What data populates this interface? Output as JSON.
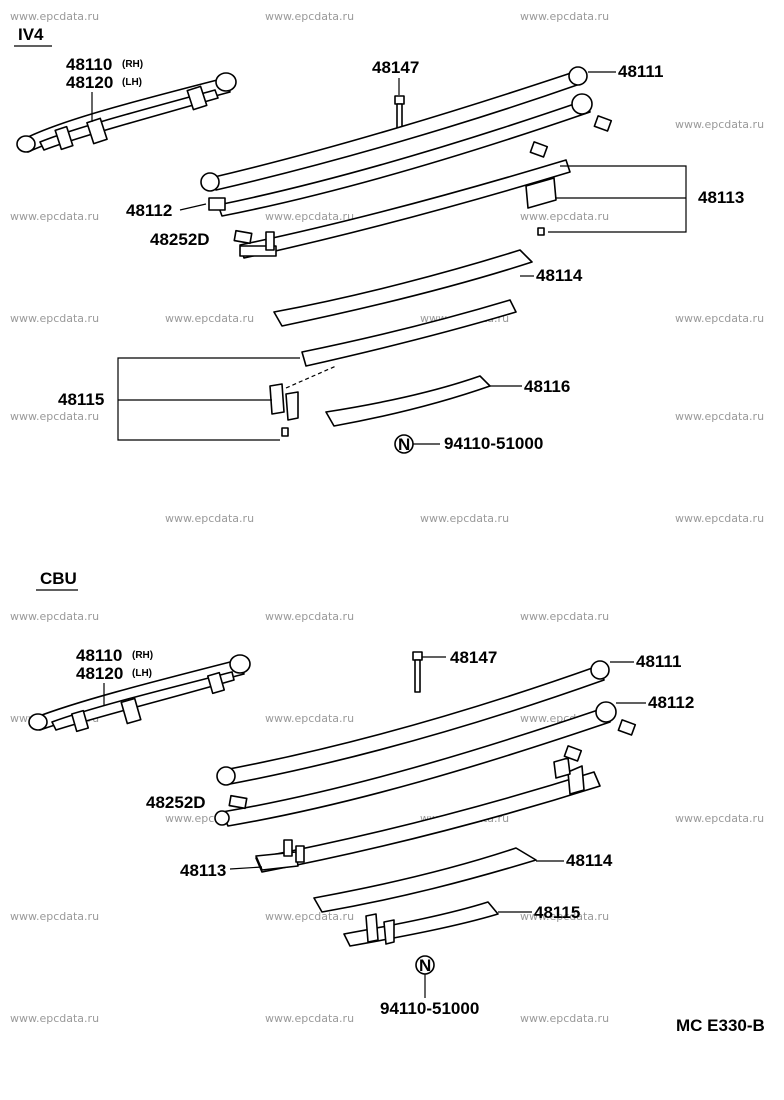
{
  "watermark": "www.epcdata.ru",
  "footer_code": "MC  E330-B",
  "sections": {
    "iv4": {
      "title": "IV4",
      "assy_rh": "48110",
      "assy_rh_side": "(RH)",
      "assy_lh": "48120",
      "assy_lh_side": "(LH)",
      "bolt": "48147",
      "leaf_no1": "48111",
      "leaf_no2": "48112",
      "clip_no1": "48113",
      "spacer": "48252D",
      "leaf_no3": "48114",
      "clip_no2": "48115",
      "leaf_no4": "48116",
      "note_symbol": "N",
      "rivet": "94110-51000"
    },
    "cbu": {
      "title": "CBU",
      "assy_rh": "48110",
      "assy_rh_side": "(RH)",
      "assy_lh": "48120",
      "assy_lh_side": "(LH)",
      "bolt": "48147",
      "leaf_no1": "48111",
      "leaf_no2": "48112",
      "spacer": "48252D",
      "clip_no1": "48113",
      "leaf_no3": "48114",
      "leaf_no4": "48115",
      "note_symbol": "N",
      "rivet": "94110-51000"
    }
  }
}
